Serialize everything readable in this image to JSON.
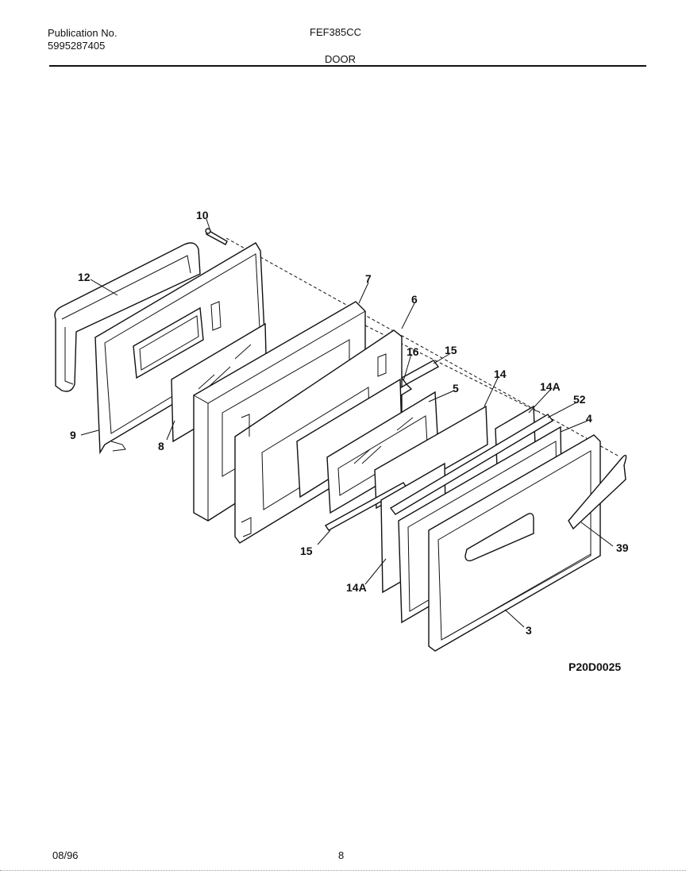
{
  "header": {
    "publication_label": "Publication No.",
    "publication_number": "5995287405",
    "model": "FEF385CC",
    "section": "DOOR"
  },
  "diagram": {
    "callouts": {
      "c10": "10",
      "c12": "12",
      "c7": "7",
      "c6": "6",
      "c16": "16",
      "c15_top": "15",
      "c14": "14",
      "c5": "5",
      "c14a_top": "14A",
      "c52": "52",
      "c4": "4",
      "c9": "9",
      "c8": "8",
      "c39": "39",
      "c15_bottom": "15",
      "c14a_bottom": "14A",
      "c3": "3"
    },
    "figure_code": "P20D0025"
  },
  "footer": {
    "date": "08/96",
    "page": "8"
  }
}
